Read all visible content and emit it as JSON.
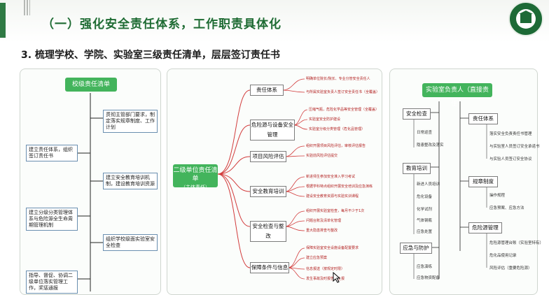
{
  "header": {
    "title": "（一）强化安全责任体系，工作职责具体化",
    "subtitle": "3. 梳理学校、学院、实验室三级责任清单，层层签订责任书",
    "colors": {
      "accent": "#1e6b33",
      "green_box": "#43b45c"
    }
  },
  "left": {
    "root": "校级责任清单",
    "right_items": [
      "贯彻主管部门要求，制定落实规章制度、工作计划",
      "建立安全教育培训机制，建设教育培训资源",
      "组织学校级面实验室安全检查"
    ],
    "left_items": [
      "建立责任体系，组织签订责任书",
      "建立分级分类管理体系与危险源全生命周期管理机制",
      "指导、督促、协调二级单位落实管理工作，奖惩通报"
    ]
  },
  "middle": {
    "root_line1": "二级单位责任清单",
    "root_line2": "（主体责任）",
    "branches": [
      {
        "label": "责任体系",
        "leaves": [
          "明确单位院长/院长、专业分管安全责任人",
          "与所属实验室负责人签订安全责任书（全覆盖）"
        ]
      },
      {
        "label": "危险源与设备安全管理",
        "leaves": [
          "压缩气瓶，危险化学品等安全管理（全覆盖）",
          "实验室安全防护建设",
          "实验室分级分类管理（危化品管理）"
        ]
      },
      {
        "label": "项目风险评估",
        "leaves": [
          "组织开展项目风险评估，审核评估报告",
          "实验前风险评估提交"
        ]
      },
      {
        "label": "安全教育培训",
        "leaves": [
          "新进师生参加安全准入学习考试",
          "根据学科特点组织开展安全培训及应急演练",
          "建设安全教育资源与实验实训课程"
        ]
      },
      {
        "label": "安全检查与整改",
        "leaves": [
          "组织开展实验室检查，每月不少于1次",
          "问题台账及清单化管理",
          "重大隐患排查与整改"
        ]
      },
      {
        "label": "保障条件与信息",
        "leaves": [
          "保障实验室安全设施设备配置要求",
          "建立应急预案",
          "信息报送（按规定时限）",
          "发生事故及时报告，上报"
        ]
      }
    ]
  },
  "right": {
    "root": "实验室负责人（直接责任）",
    "branches": [
      {
        "label": "安全检查",
        "leaves": [
          "日常巡查",
          "隐患整改及落实"
        ]
      },
      {
        "label": "教育培训",
        "leaves": [
          "新进人员培训",
          "危化设备",
          "化学试剂",
          "气体钢瓶",
          "应急处置"
        ]
      },
      {
        "label": "应急与防护",
        "leaves": [
          "应急演练",
          "应急物资配备"
        ]
      },
      {
        "label": "责任体系",
        "leaves": [
          "落实安全负责责任书管理",
          "与实验室人员签订安全承诺书",
          "与实验人员签订安全协议"
        ]
      },
      {
        "label": "规章制度",
        "leaves": [
          "操作规程",
          "应急预案、应急方法"
        ]
      },
      {
        "label": "危险源管理",
        "leaves": [
          "危险源管理台账（实验室特有）",
          "危化品使用记录",
          "风险评估（重要危险源）"
        ]
      }
    ]
  }
}
